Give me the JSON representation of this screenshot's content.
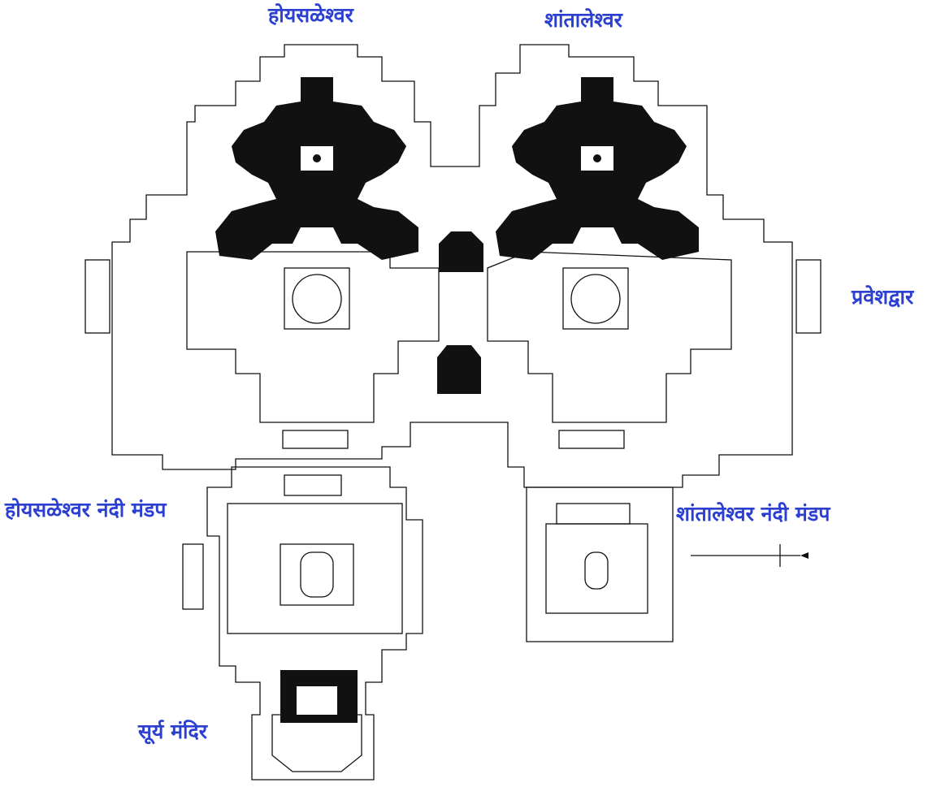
{
  "labels": {
    "hoysaleshwara": "होयसळेश्वर",
    "shantaleshwara": "शांतालेश्वर",
    "entrance": "प्रवेशद्वार",
    "hoysaleshwara_nandi_mandapa": "होयसळेश्वर नंदी मंडप",
    "shantaleshwara_nandi_mandapa": "शांतालेश्वर नंदी मंडप",
    "surya_temple": "सूर्य मंदिर"
  },
  "colors": {
    "label": "#2b3fd1",
    "ink": "#111111",
    "paper": "#ffffff"
  }
}
